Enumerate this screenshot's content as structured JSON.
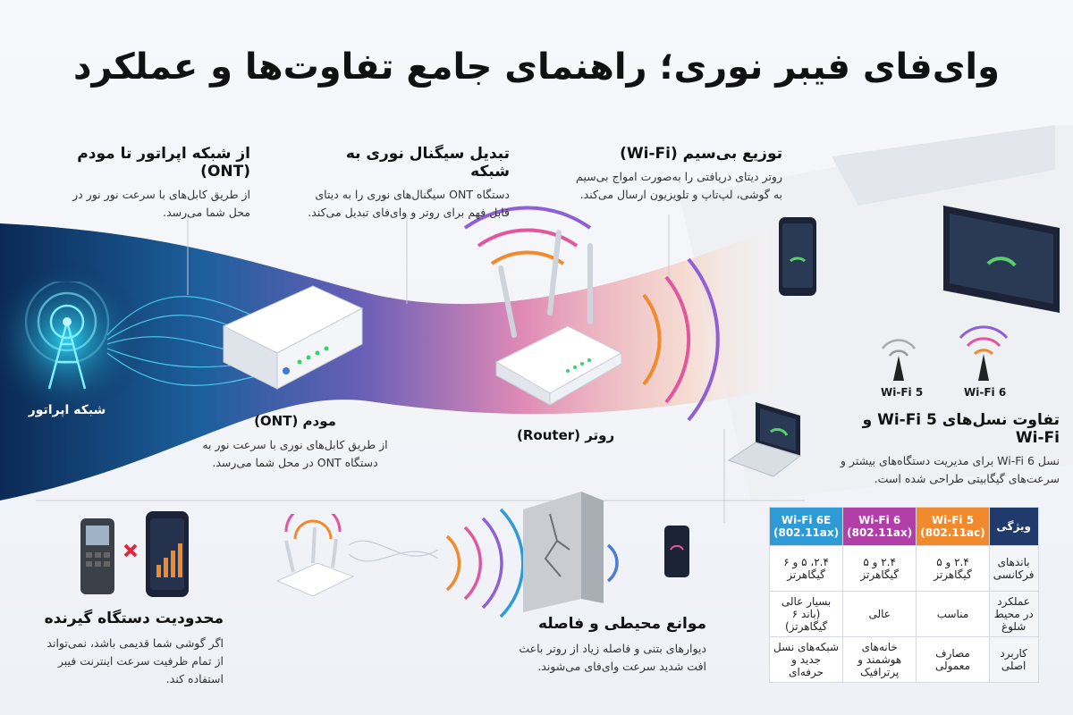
{
  "title": "وای‌فای فیبر نوری؛ راهنمای جامع تفاوت‌ها و عملکرد",
  "operator": {
    "label": "شبکه اپراتور"
  },
  "sections": {
    "operator_to_modem": {
      "heading": "از شبکه اپراتور تا مودم (ONT)",
      "body": "از طریق کابل‌های با سرعت نور نور در محل شما می‌رسد."
    },
    "conversion": {
      "heading": "تبدیل سیگنال نوری به شبکه",
      "body": "دستگاه ONT سیگنال‌های نوری را به دیتای قابل فهم برای روتر و وای‌فای تبدیل می‌کند."
    },
    "distribution": {
      "heading": "توزیع بی‌سیم (Wi-Fi)",
      "body": "روتر دیتای دریافتی را به‌صورت امواج بی‌سیم به گوشی، لپ‌تاپ و تلویزیون ارسال می‌کند."
    },
    "modem": {
      "label": "مودم (ONT)",
      "body": "از طریق کابل‌های نوری با سرعت نور به دستگاه ONT در محل شما می‌رسد."
    },
    "router": {
      "label": "روتر (Router)"
    },
    "generations": {
      "heading": "تفاوت نسل‌های Wi-Fi 5 و Wi-Fi",
      "body": "نسل Wi-Fi 6 برای مدیریت دستگاه‌های بیشتر و سرعت‌های گیگابیتی طراحی شده است.",
      "wifi5": "Wi-Fi 5",
      "wifi6": "Wi-Fi 6"
    },
    "device_limit": {
      "heading": "محدودیت دستگاه گیرنده",
      "body": "اگر گوشی شما قدیمی باشد، نمی‌تواند از تمام ظرفیت سرعت اینترنت فیبر استفاده کند."
    },
    "obstacles": {
      "heading": "موانع محیطی و فاصله",
      "body": "دیوارهای بتنی و فاصله زیاد از روتر باعث افت شدید سرعت وای‌فای می‌شوند."
    }
  },
  "table": {
    "headers": [
      {
        "name": "ویژگی",
        "color": "#1f3a6b"
      },
      {
        "name": "Wi-Fi 5\n(802.11ac)",
        "color": "#f08a2c"
      },
      {
        "name": "Wi-Fi 6\n(802.11ax)",
        "color": "#b23fa8"
      },
      {
        "name": "Wi-Fi 6E\n(802.11ax)",
        "color": "#2f9bd6"
      }
    ],
    "rows": [
      [
        "باندهای فرکانسی",
        "۲.۴ و ۵ گیگاهرتز",
        "۲.۴ و ۵ گیگاهرتز",
        "۲.۴، ۵ و ۶ گیگاهرتز"
      ],
      [
        "عملکرد در محیط شلوغ",
        "مناسب",
        "عالی",
        "بسیار عالی (باند ۶ گیگاهرتز)"
      ],
      [
        "کاربرد اصلی",
        "مصارف معمولی",
        "خانه‌های هوشمند و پرترافیک",
        "شبکه‌های نسل جدید و حرفه‌ای"
      ]
    ]
  }
}
